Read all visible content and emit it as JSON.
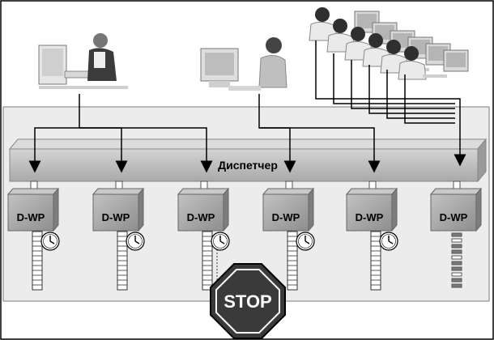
{
  "dispatcher": {
    "label": "Диспетчер"
  },
  "work_processes": [
    {
      "label": "D-WP",
      "state": "busy"
    },
    {
      "label": "D-WP",
      "state": "busy"
    },
    {
      "label": "D-WP",
      "state": "stopped"
    },
    {
      "label": "D-WP",
      "state": "busy"
    },
    {
      "label": "D-WP",
      "state": "busy"
    },
    {
      "label": "D-WP",
      "state": "idle"
    }
  ],
  "stop_sign": {
    "label": "STOP"
  },
  "users": [
    {
      "name": "user-left-icon"
    },
    {
      "name": "user-center-icon"
    },
    {
      "name": "user-group-icon",
      "count": 6
    }
  ],
  "colors": {
    "panel": "#ececec",
    "dispatcher": "#bfbfbf",
    "box": "#a6a6a6",
    "stop": "#3a3a3a",
    "line": "#000000"
  }
}
